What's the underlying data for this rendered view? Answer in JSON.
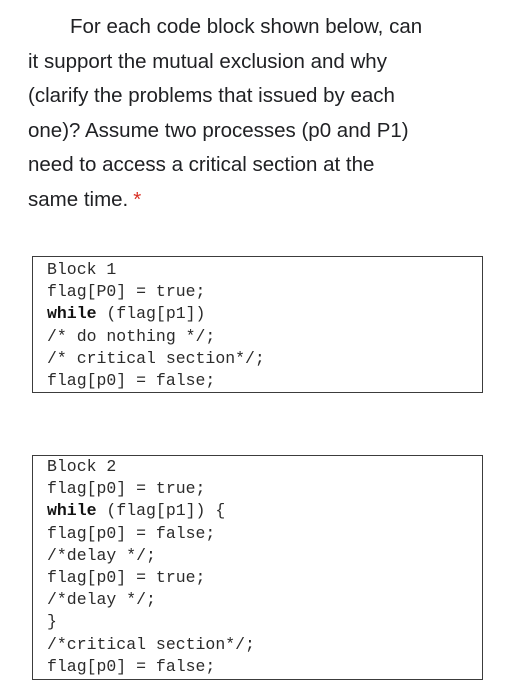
{
  "question": {
    "lines": [
      "For each code block shown below, can",
      "it support the mutual exclusion and why",
      "(clarify the problems that issued by each",
      "one)? Assume two processes (p0 and P1)",
      "need to access a critical section at the",
      "same time."
    ],
    "required_marker": "*"
  },
  "blocks": [
    {
      "title": "Block 1",
      "lines": [
        {
          "keyword": "",
          "text": "flag[P0] = true;"
        },
        {
          "keyword": "while",
          "text": " (flag[p1])"
        },
        {
          "keyword": "",
          "text": "/* do nothing */;"
        },
        {
          "keyword": "",
          "text": "/* critical section*/;"
        },
        {
          "keyword": "",
          "text": "flag[p0] = false;"
        }
      ]
    },
    {
      "title": "Block 2",
      "lines": [
        {
          "keyword": "",
          "text": "flag[p0] = true;"
        },
        {
          "keyword": "while",
          "text": " (flag[p1]) {"
        },
        {
          "keyword": "",
          "text": "flag[p0] = false;"
        },
        {
          "keyword": "",
          "text": "/*delay */;"
        },
        {
          "keyword": "",
          "text": "flag[p0] = true;"
        },
        {
          "keyword": "",
          "text": "/*delay */;"
        },
        {
          "keyword": "",
          "text": "}"
        },
        {
          "keyword": "",
          "text": "/*critical section*/;"
        },
        {
          "keyword": "",
          "text": "flag[p0] = false;"
        }
      ]
    }
  ],
  "colors": {
    "text": "#202124",
    "required": "#d93025",
    "code_border": "#3c3c3c"
  }
}
